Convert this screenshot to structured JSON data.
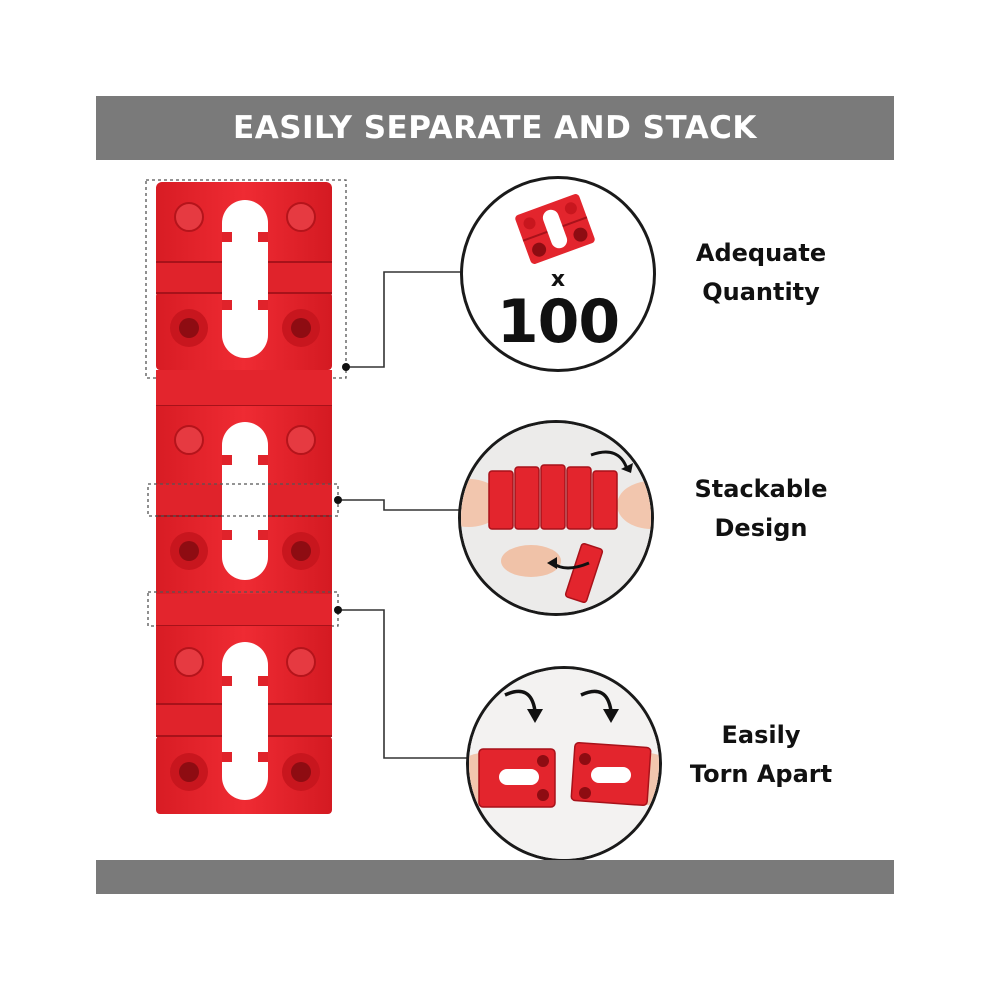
{
  "banner": {
    "title": "EASILY SEPARATE AND STACK"
  },
  "badge": {
    "multiplier": "x",
    "count": "100"
  },
  "features": [
    {
      "line1": "Adequate",
      "line2": "Quantity"
    },
    {
      "line1": "Stackable",
      "line2": "Design"
    },
    {
      "line1": "Easily",
      "line2": "Torn Apart"
    }
  ],
  "colors": {
    "product_red": "#e8242c",
    "product_dark_red": "#b5141b",
    "banner_gray": "#7a7a7a",
    "text": "#111111"
  }
}
